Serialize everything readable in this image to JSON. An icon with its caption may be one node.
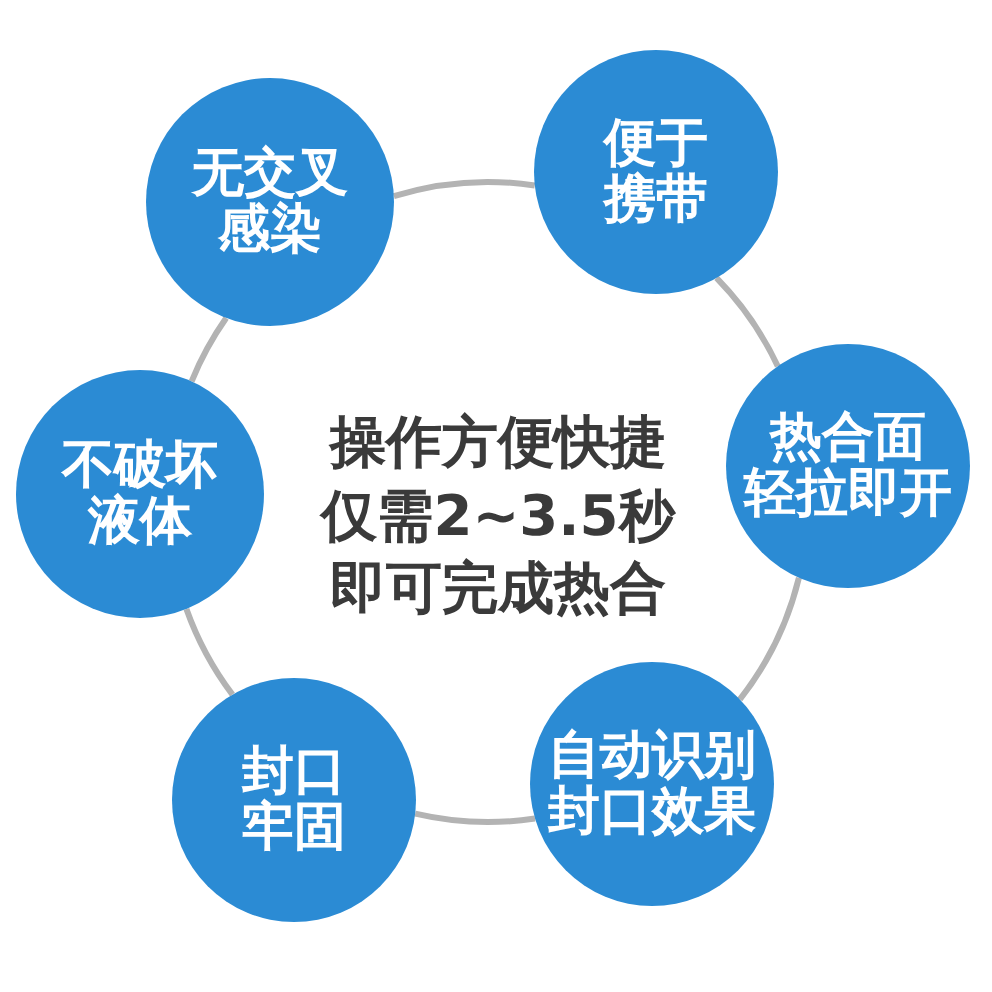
{
  "diagram": {
    "nodes": [
      {
        "text": [
          "无交叉感染"
        ]
      },
      {
        "text": [
          "便于携带"
        ]
      },
      {
        "text": [
          "不破坏液体"
        ]
      },
      {
        "text": [
          "热合面轻拉即开"
        ]
      },
      {
        "text": [
          "封口牢固"
        ]
      },
      {
        "text": [
          "自动识别封口效果"
        ]
      }
    ],
    "edges": [
      {
        "from": 0,
        "to": 1,
        "arrow": "none"
      },
      {
        "from": 1,
        "to": 3,
        "arrow": "none"
      },
      {
        "from": 3,
        "to": 5,
        "arrow": "none"
      },
      {
        "from": 5,
        "to": 4,
        "arrow": "none"
      },
      {
        "from": 4,
        "to": 2,
        "arrow": "none"
      },
      {
        "from": 2,
        "to": 0,
        "arrow": "none"
      }
    ],
    "labels": [
      "操作方便快捷",
      "仅需2~3.5秒",
      "即可完成热合"
    ]
  }
}
